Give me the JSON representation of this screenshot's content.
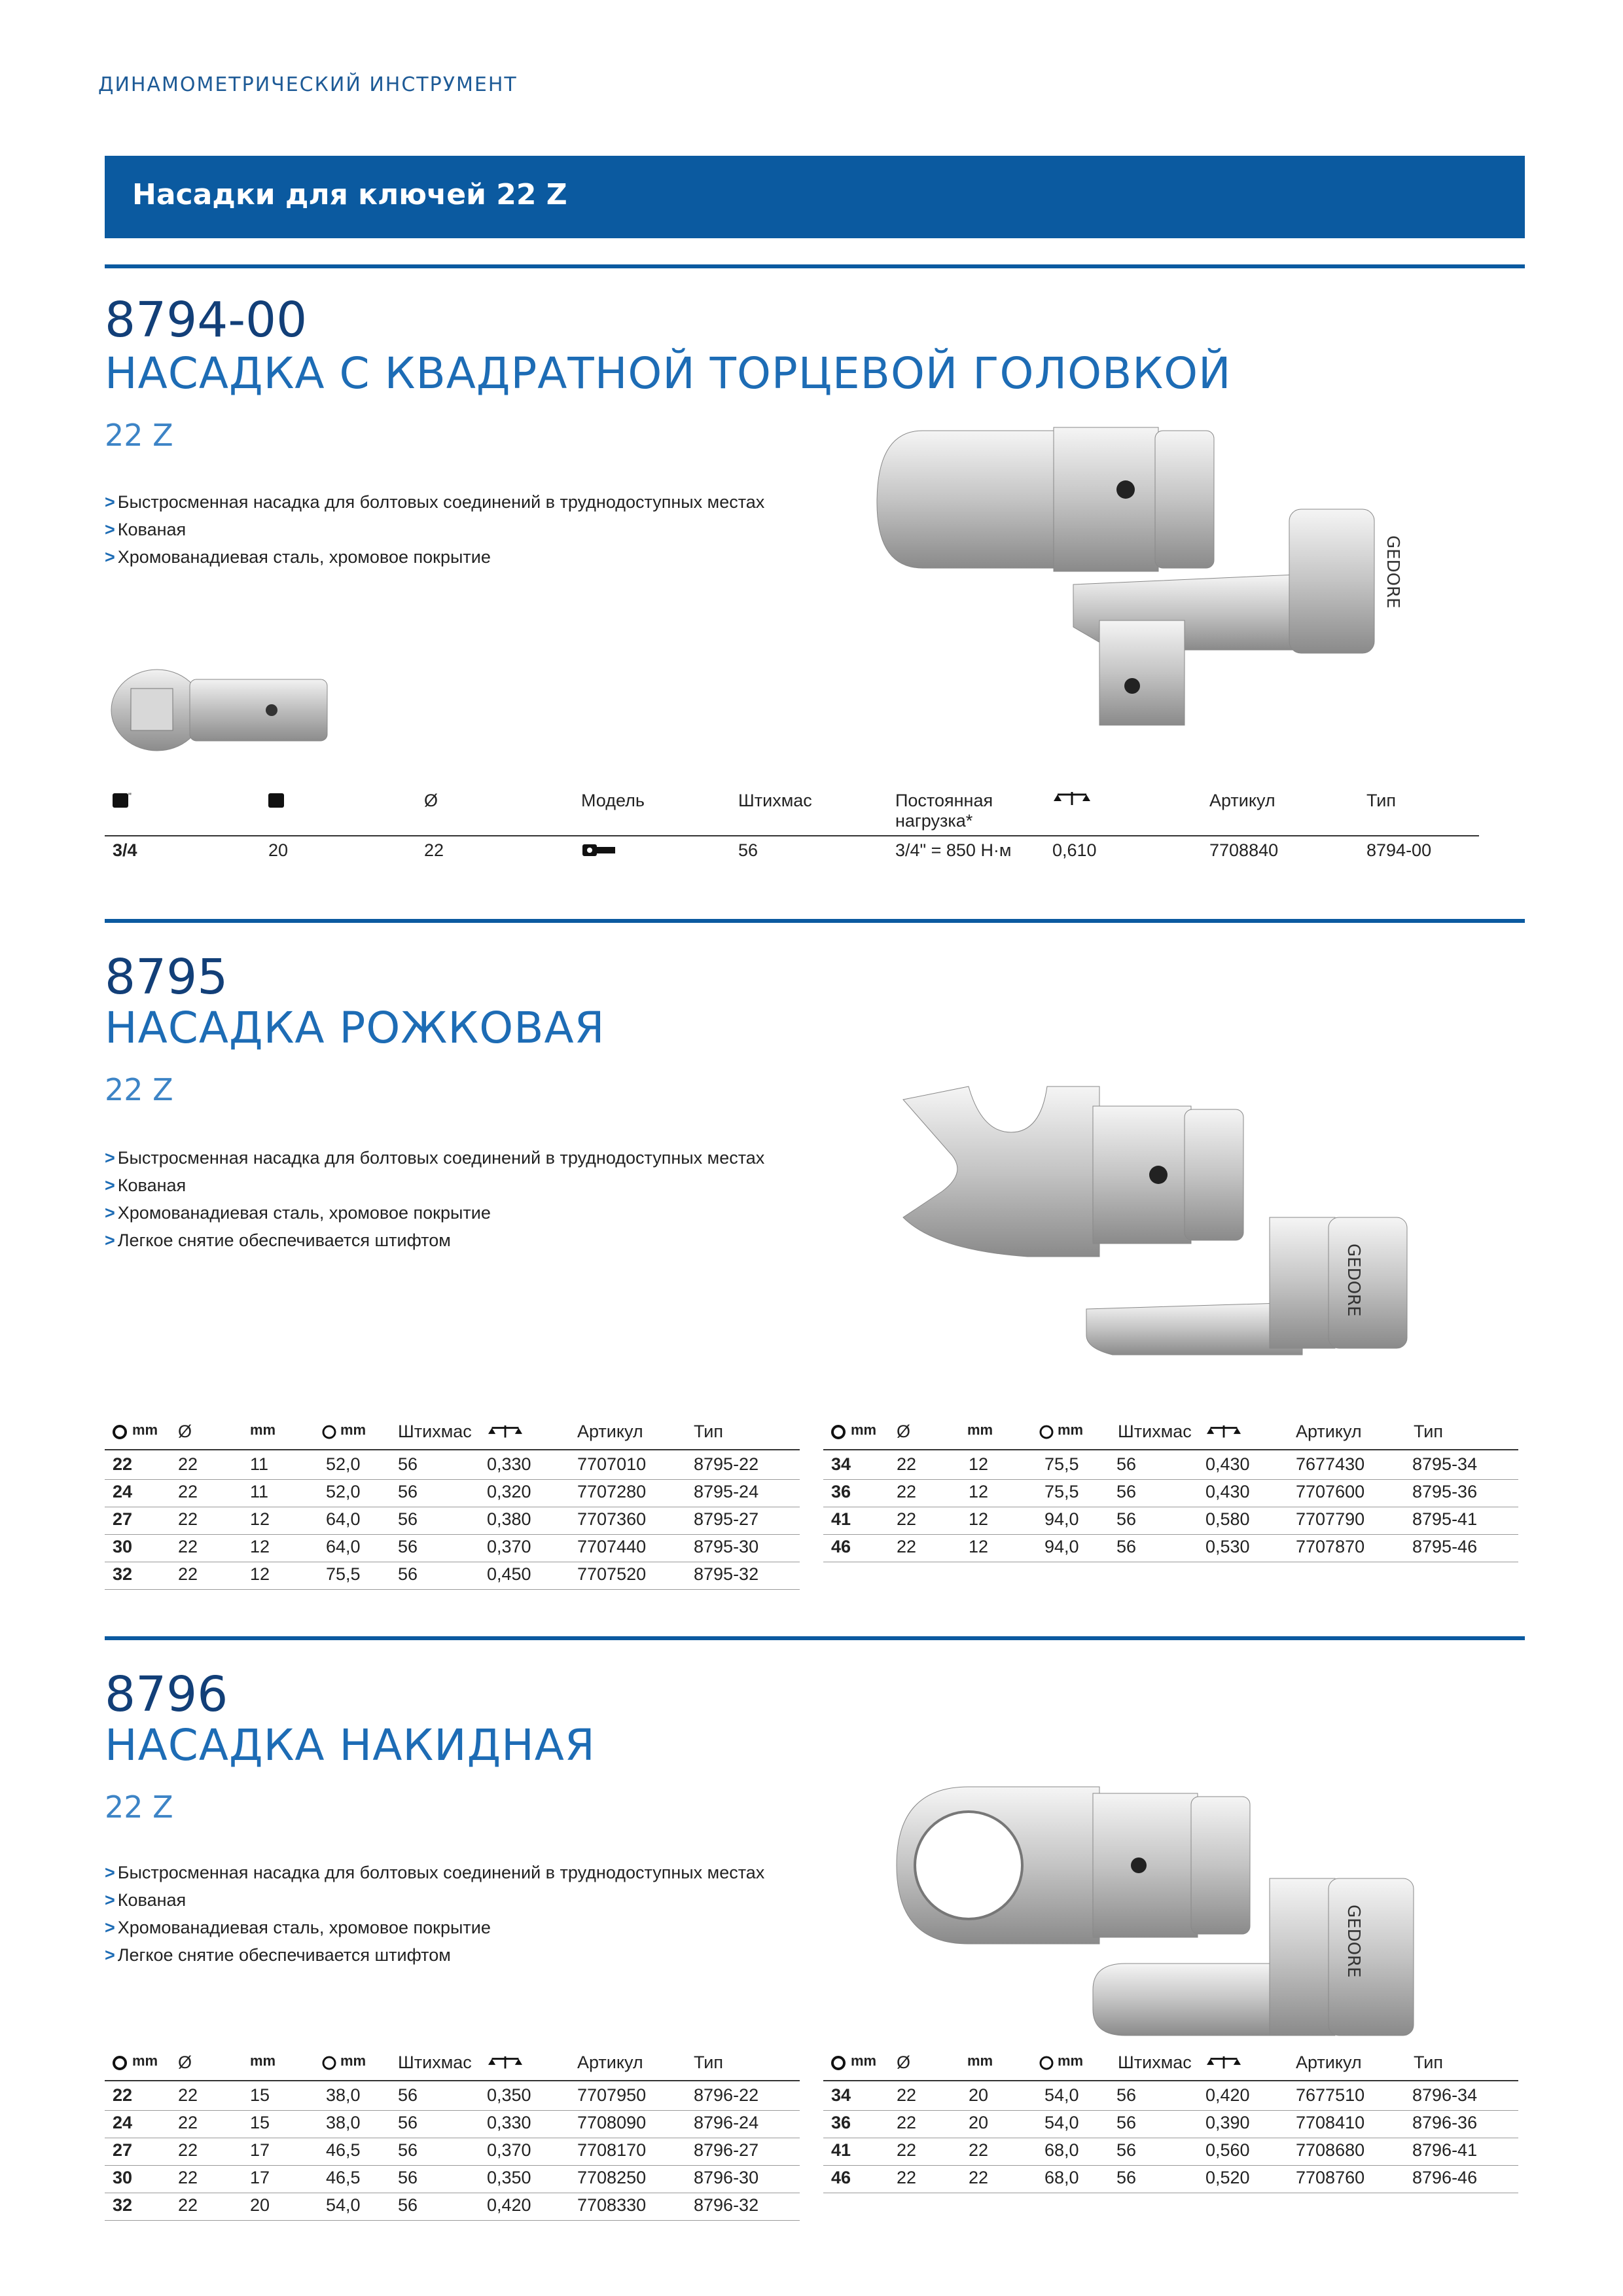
{
  "running_head": "ДИНАМОМЕТРИЧЕСКИЙ ИНСТРУМЕНТ",
  "banner": "Насадки для ключей 22 Z",
  "section1": {
    "code": "8794-00",
    "title": "НАСАДКА С КВАДРАТНОЙ ТОРЦЕВОЙ ГОЛОВКОЙ",
    "subtitle": "22 Z",
    "features": [
      "Быстросменная насадка для болтовых соединений в труднодоступных местах",
      "Кованая",
      "Хромованадиевая сталь, хромовое покрытие"
    ],
    "headers": [
      "\"",
      "Ø",
      "Модель",
      "Штихмас",
      "Постоянная",
      "нагрузка*",
      "Артикул",
      "Тип"
    ],
    "row": [
      "3/4",
      "20",
      "22",
      "56",
      "3/4\" = 850 Н·м",
      "0,610",
      "7708840",
      "8794-00"
    ],
    "tool_label": "GEDORE"
  },
  "section2": {
    "code": "8795",
    "title": "НАСАДКА РОЖКОВАЯ",
    "subtitle": "22 Z",
    "features": [
      "Быстросменная насадка для болтовых соединений в труднодоступных местах",
      "Кованая",
      "Хромованадиевая сталь, хромовое покрытие",
      "Легкое снятие обеспечивается штифтом"
    ],
    "headers": [
      "mm",
      "Ø",
      "mm",
      "mm",
      "Штихмас",
      "Артикул",
      "Тип"
    ],
    "left_rows": [
      [
        "22",
        "22",
        "11",
        "52,0",
        "56",
        "0,330",
        "7707010",
        "8795-22"
      ],
      [
        "24",
        "22",
        "11",
        "52,0",
        "56",
        "0,320",
        "7707280",
        "8795-24"
      ],
      [
        "27",
        "22",
        "12",
        "64,0",
        "56",
        "0,380",
        "7707360",
        "8795-27"
      ],
      [
        "30",
        "22",
        "12",
        "64,0",
        "56",
        "0,370",
        "7707440",
        "8795-30"
      ],
      [
        "32",
        "22",
        "12",
        "75,5",
        "56",
        "0,450",
        "7707520",
        "8795-32"
      ]
    ],
    "right_rows": [
      [
        "34",
        "22",
        "12",
        "75,5",
        "56",
        "0,430",
        "7677430",
        "8795-34"
      ],
      [
        "36",
        "22",
        "12",
        "75,5",
        "56",
        "0,430",
        "7707600",
        "8795-36"
      ],
      [
        "41",
        "22",
        "12",
        "94,0",
        "56",
        "0,580",
        "7707790",
        "8795-41"
      ],
      [
        "46",
        "22",
        "12",
        "94,0",
        "56",
        "0,530",
        "7707870",
        "8795-46"
      ]
    ],
    "tool_label": "GEDORE"
  },
  "section3": {
    "code": "8796",
    "title": "НАСАДКА НАКИДНАЯ",
    "subtitle": "22 Z",
    "features": [
      "Быстросменная насадка для болтовых соединений в труднодоступных местах",
      "Кованая",
      "Хромованадиевая сталь, хромовое покрытие",
      "Легкое снятие обеспечивается штифтом"
    ],
    "headers": [
      "mm",
      "Ø",
      "mm",
      "mm",
      "Штихмас",
      "Артикул",
      "Тип"
    ],
    "left_rows": [
      [
        "22",
        "22",
        "15",
        "38,0",
        "56",
        "0,350",
        "7707950",
        "8796-22"
      ],
      [
        "24",
        "22",
        "15",
        "38,0",
        "56",
        "0,330",
        "7708090",
        "8796-24"
      ],
      [
        "27",
        "22",
        "17",
        "46,5",
        "56",
        "0,370",
        "7708170",
        "8796-27"
      ],
      [
        "30",
        "22",
        "17",
        "46,5",
        "56",
        "0,350",
        "7708250",
        "8796-30"
      ],
      [
        "32",
        "22",
        "20",
        "54,0",
        "56",
        "0,420",
        "7708330",
        "8796-32"
      ]
    ],
    "right_rows": [
      [
        "34",
        "22",
        "20",
        "54,0",
        "56",
        "0,420",
        "7677510",
        "8796-34"
      ],
      [
        "36",
        "22",
        "20",
        "54,0",
        "56",
        "0,390",
        "7708410",
        "8796-36"
      ],
      [
        "41",
        "22",
        "22",
        "68,0",
        "56",
        "0,560",
        "7708680",
        "8796-41"
      ],
      [
        "46",
        "22",
        "22",
        "68,0",
        "56",
        "0,520",
        "7708760",
        "8796-46"
      ]
    ],
    "tool_label": "GEDORE"
  },
  "colors": {
    "brand_blue": "#0b5aa0",
    "title_blue": "#1d6cb5",
    "code_blue": "#123f78"
  },
  "icons": {
    "square_drive": "square-drive-icon",
    "weight": "scale-icon",
    "wrench_size": "wrench-size-icon",
    "length": "length-icon",
    "model": "model-icon"
  }
}
